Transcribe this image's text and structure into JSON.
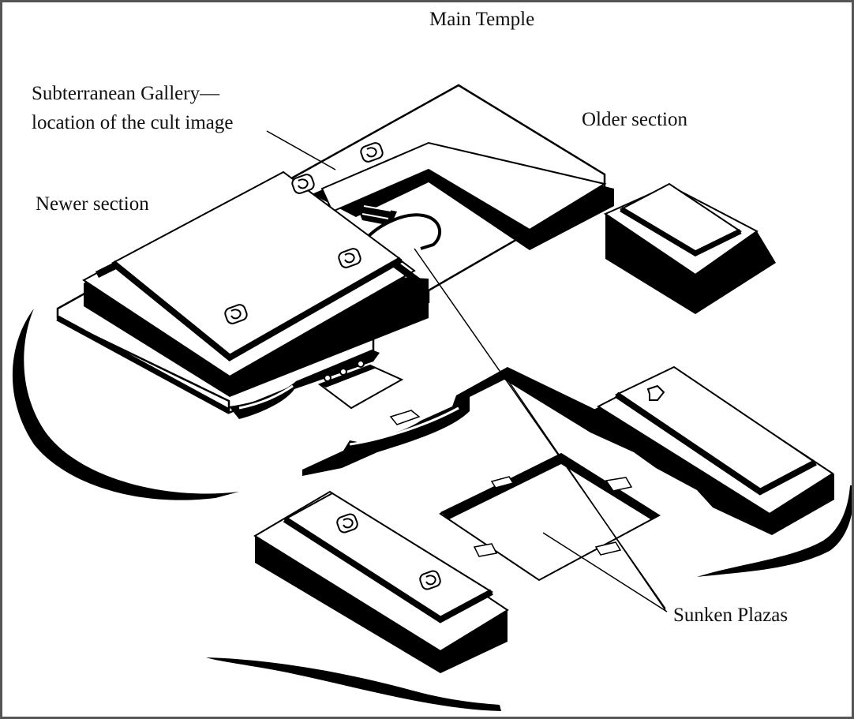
{
  "diagram": {
    "title": "Main Temple",
    "labels": {
      "gallery_line1": "Subterranean Gallery—",
      "gallery_line2": "location of the cult image",
      "older_section": "Older section",
      "newer_section": "Newer section",
      "sunken_plazas": "Sunken Plazas"
    },
    "colors": {
      "ink": "#111111",
      "paper": "#ffffff",
      "frame": "#555555"
    }
  }
}
